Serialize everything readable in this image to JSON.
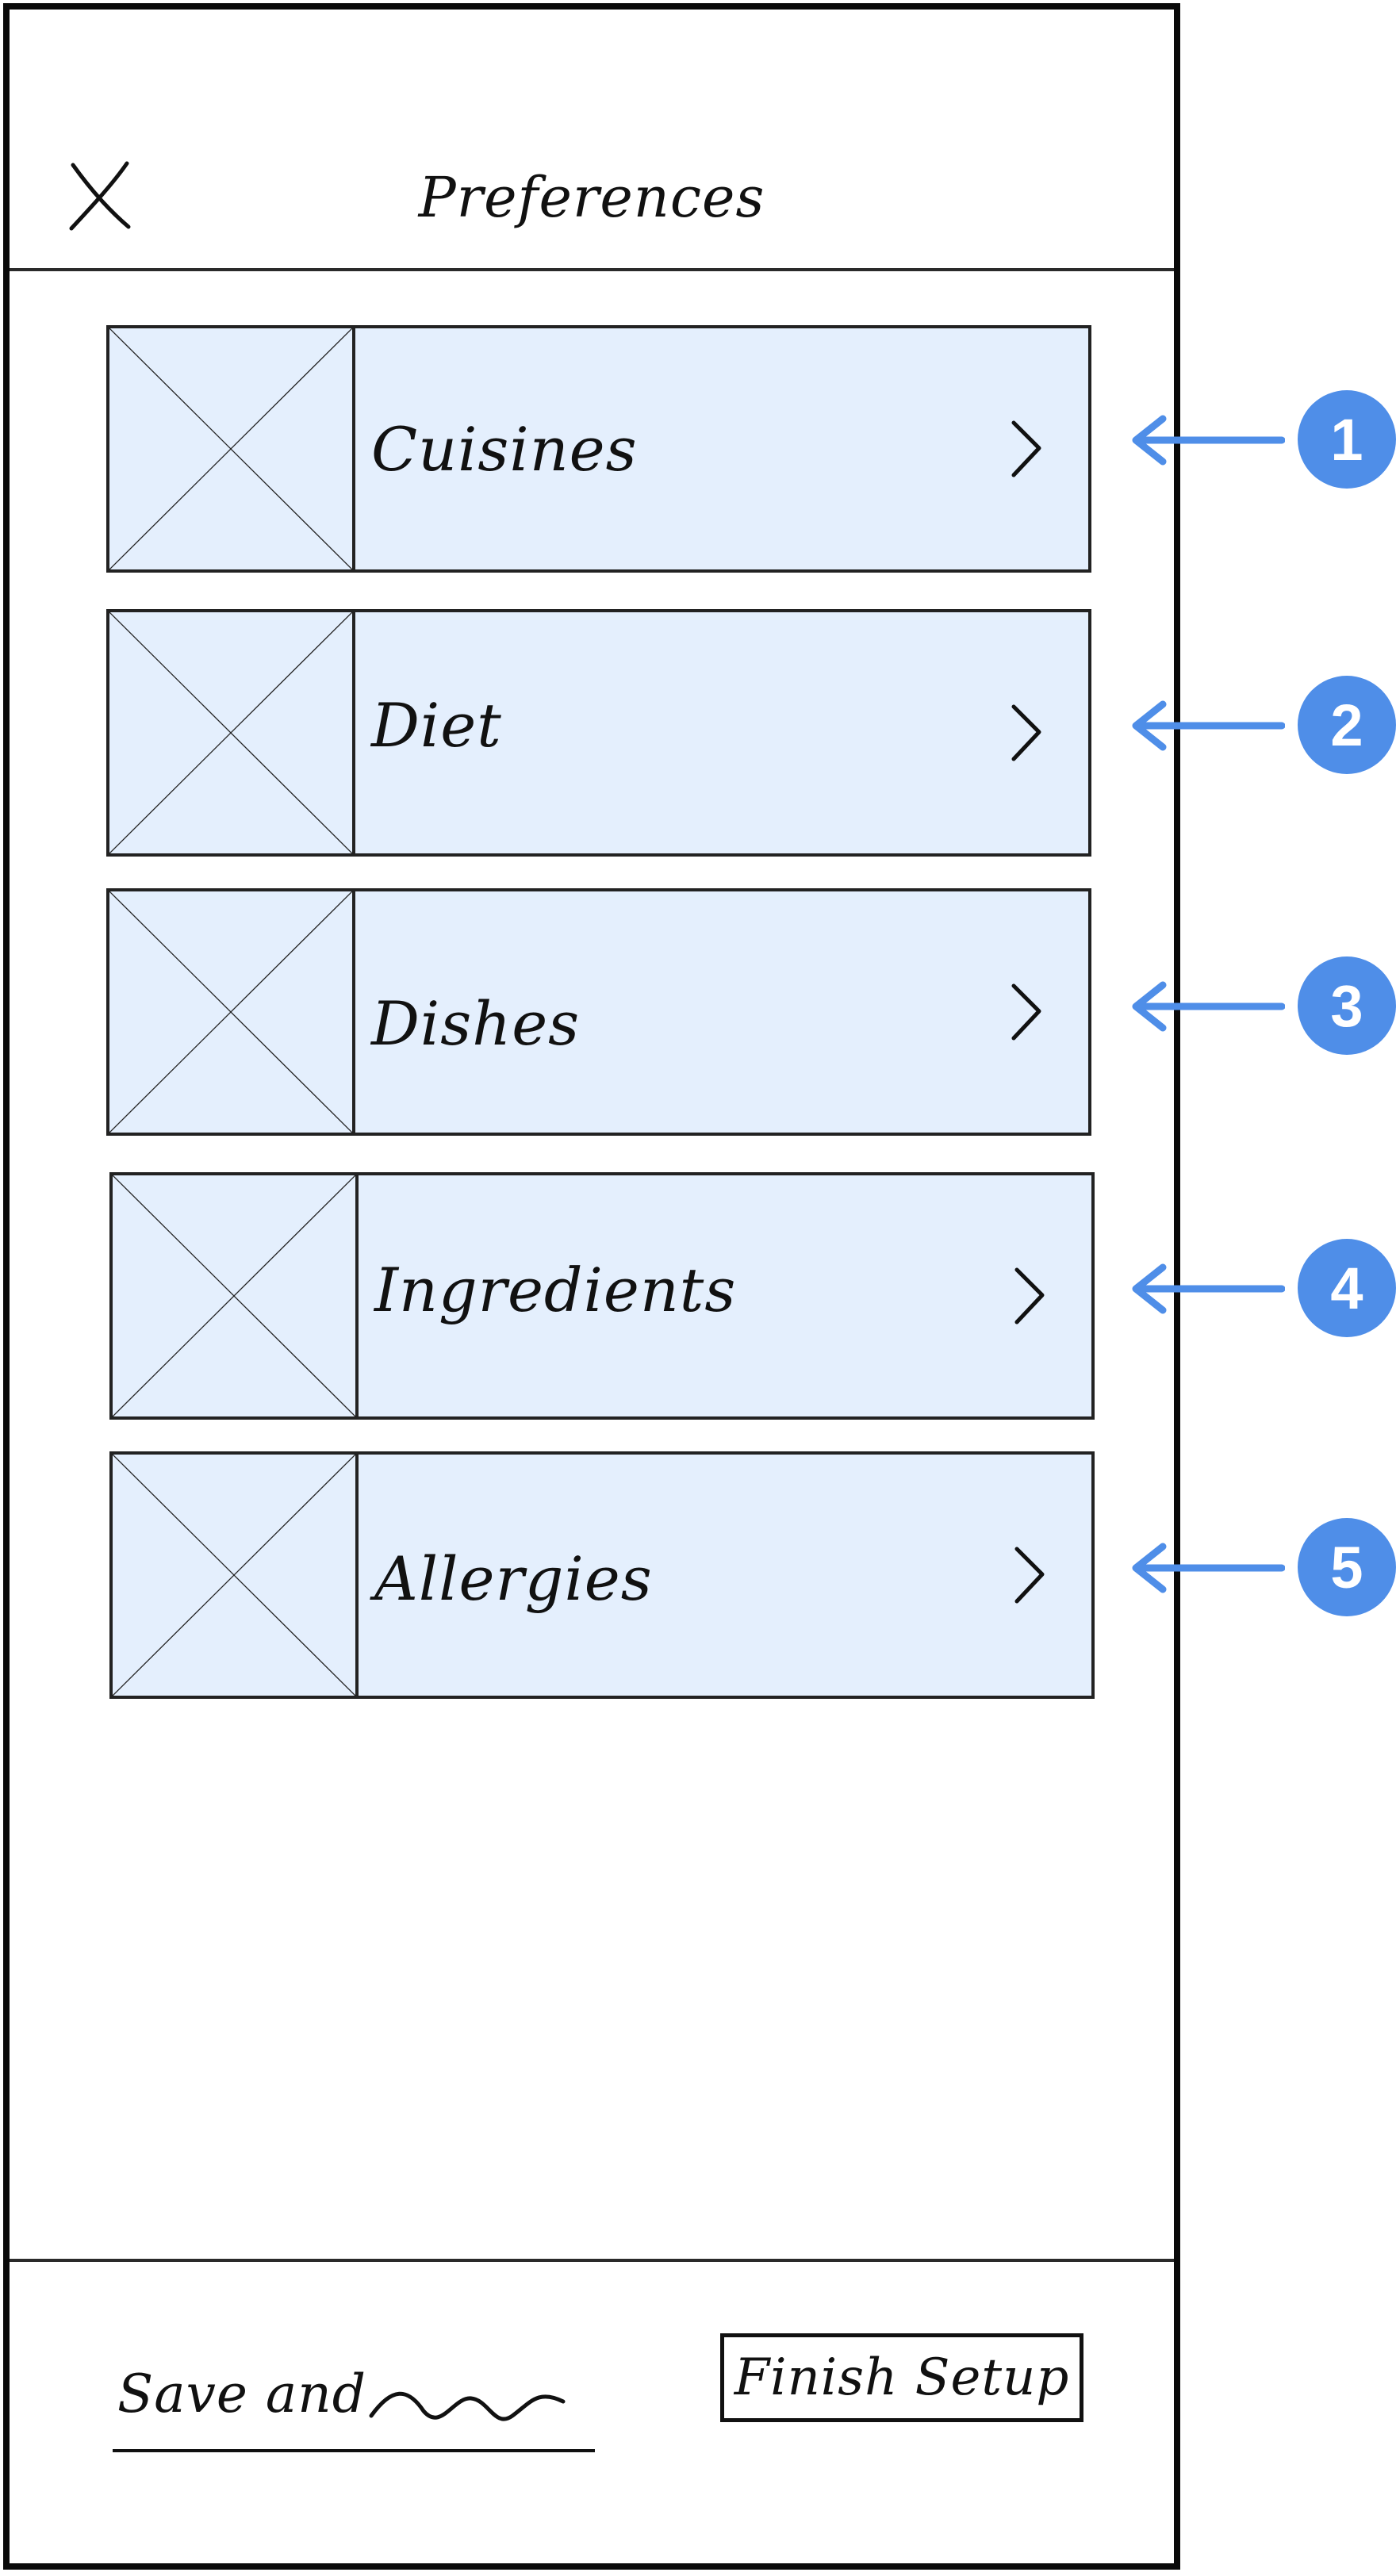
{
  "header": {
    "title": "Preferences",
    "close_icon": "close-icon"
  },
  "rows": [
    {
      "label": "Cuisines",
      "icon": "image-placeholder-icon",
      "chevron": "chevron-right-icon"
    },
    {
      "label": "Diet",
      "icon": "image-placeholder-icon",
      "chevron": "chevron-right-icon"
    },
    {
      "label": "Dishes",
      "icon": "image-placeholder-icon",
      "chevron": "chevron-right-icon"
    },
    {
      "label": "Ingredients",
      "icon": "image-placeholder-icon",
      "chevron": "chevron-right-icon"
    },
    {
      "label": "Allergies",
      "icon": "image-placeholder-icon",
      "chevron": "chevron-right-icon"
    }
  ],
  "annotations": [
    "1",
    "2",
    "3",
    "4",
    "5"
  ],
  "footer": {
    "save_label": "Save and",
    "finish_label": "Finish Setup"
  },
  "colors": {
    "row_fill": "#e4effd",
    "annotation_blue": "#4f8ee8",
    "ink": "#111111"
  }
}
